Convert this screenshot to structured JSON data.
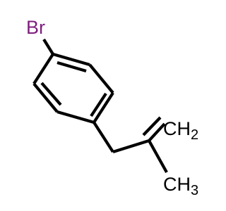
{
  "molecule": {
    "atoms": {
      "bromine": "Br",
      "methylene_main": "CH",
      "methylene_sub": "2",
      "methyl_main": "CH",
      "methyl_sub": "3"
    },
    "colors": {
      "bond": "#000000",
      "carbon_label": "#000000",
      "bromine_label": "#7f1f7f",
      "background": "#ffffff"
    }
  }
}
